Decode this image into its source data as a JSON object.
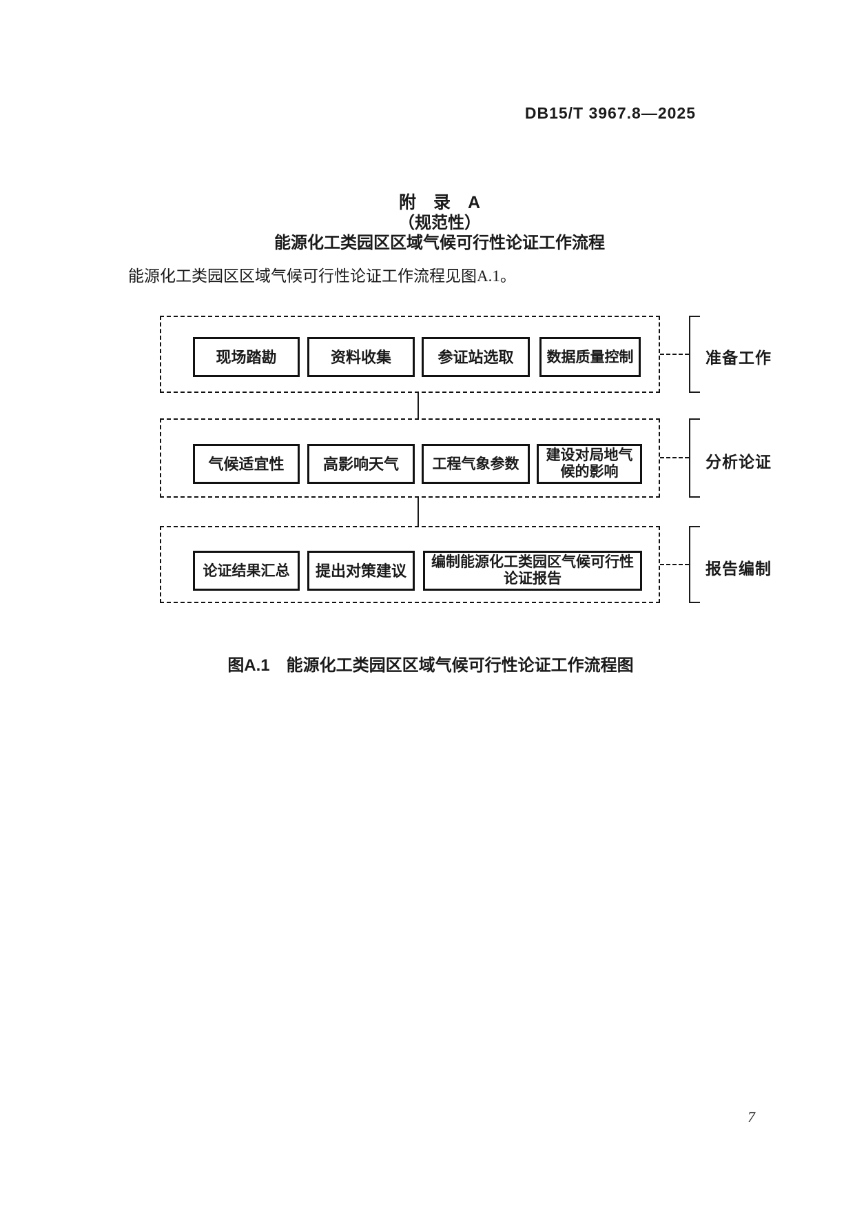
{
  "page": {
    "header_code": "DB15/T 3967.8—2025",
    "page_number": "7",
    "text_color": "#1a1a1a",
    "background_color": "#ffffff"
  },
  "appendix": {
    "title_line1": "附　录　A",
    "title_line2": "（规范性）",
    "title_line3": "能源化工类园区区域气候可行性论证工作流程",
    "intro": "能源化工类园区区域气候可行性论证工作流程见图A.1。"
  },
  "flowchart": {
    "stages": [
      {
        "label": "准备工作",
        "boxes": [
          "现场踏勘",
          "资料收集",
          "参证站选取",
          "数据质量控制"
        ]
      },
      {
        "label": "分析论证",
        "boxes": [
          "气候适宜性",
          "高影响天气",
          "工程气象参数",
          "建设对局地气候的影响"
        ]
      },
      {
        "label": "报告编制",
        "boxes": [
          "论证结果汇总",
          "提出对策建议",
          "编制能源化工类园区气候可行性论证报告"
        ]
      }
    ],
    "caption": "图A.1　能源化工类园区区域气候可行性论证工作流程图"
  }
}
